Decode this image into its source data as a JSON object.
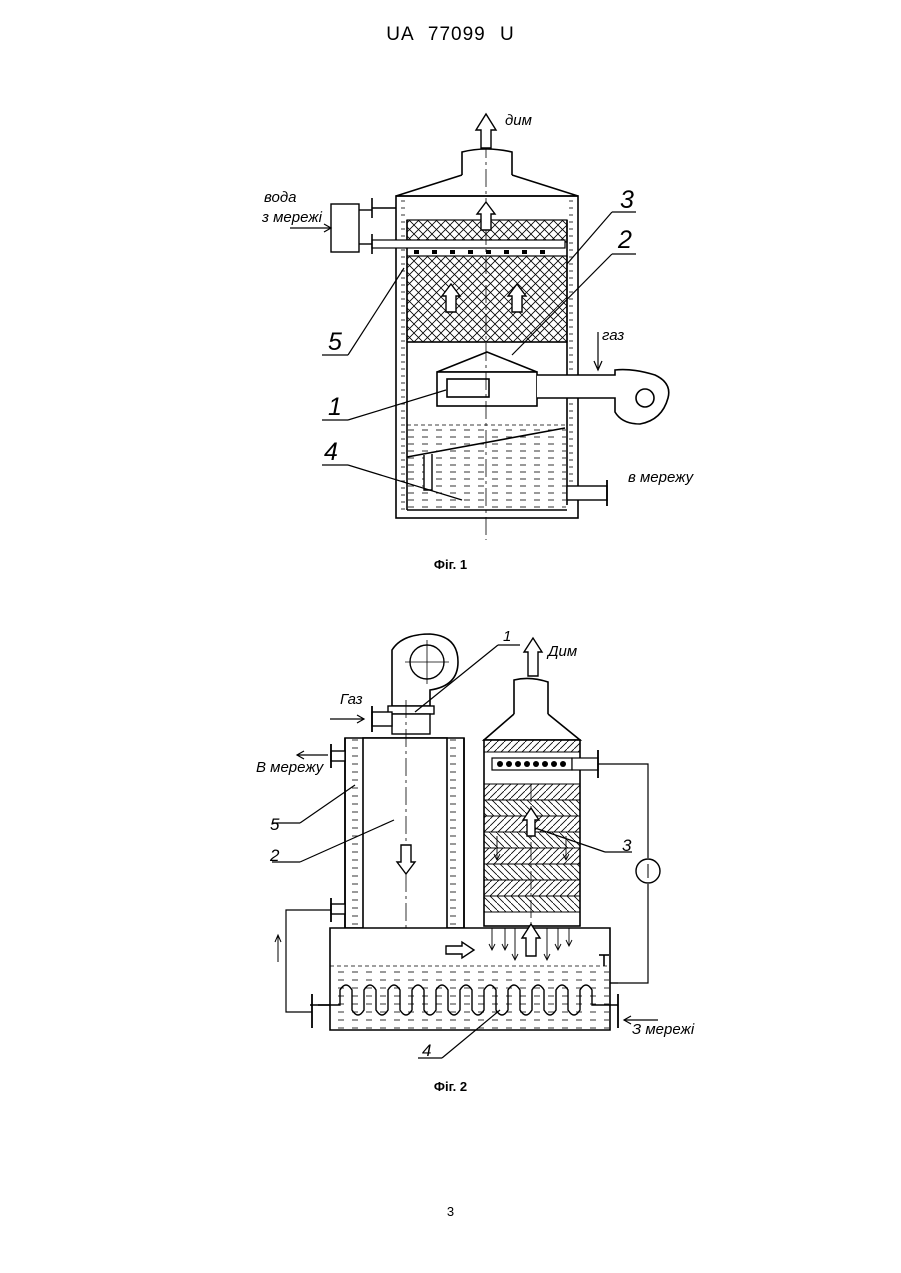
{
  "header": {
    "doc_id": "UA 77099 U"
  },
  "figure1": {
    "caption": "Фіг. 1",
    "labels": {
      "smoke": "дим",
      "water_in_line1": "вода",
      "water_in_line2": "з мережі",
      "gas": "газ",
      "to_network": "в мережу"
    },
    "numbers": [
      "1",
      "2",
      "3",
      "4",
      "5"
    ]
  },
  "figure2": {
    "caption": "Фіг. 2",
    "labels": {
      "smoke": "Дим",
      "gas": "Газ",
      "to_network": "В мережу",
      "from_network": "З мережі"
    },
    "numbers": [
      "1",
      "2",
      "3",
      "4",
      "5"
    ]
  },
  "page_number": "3"
}
